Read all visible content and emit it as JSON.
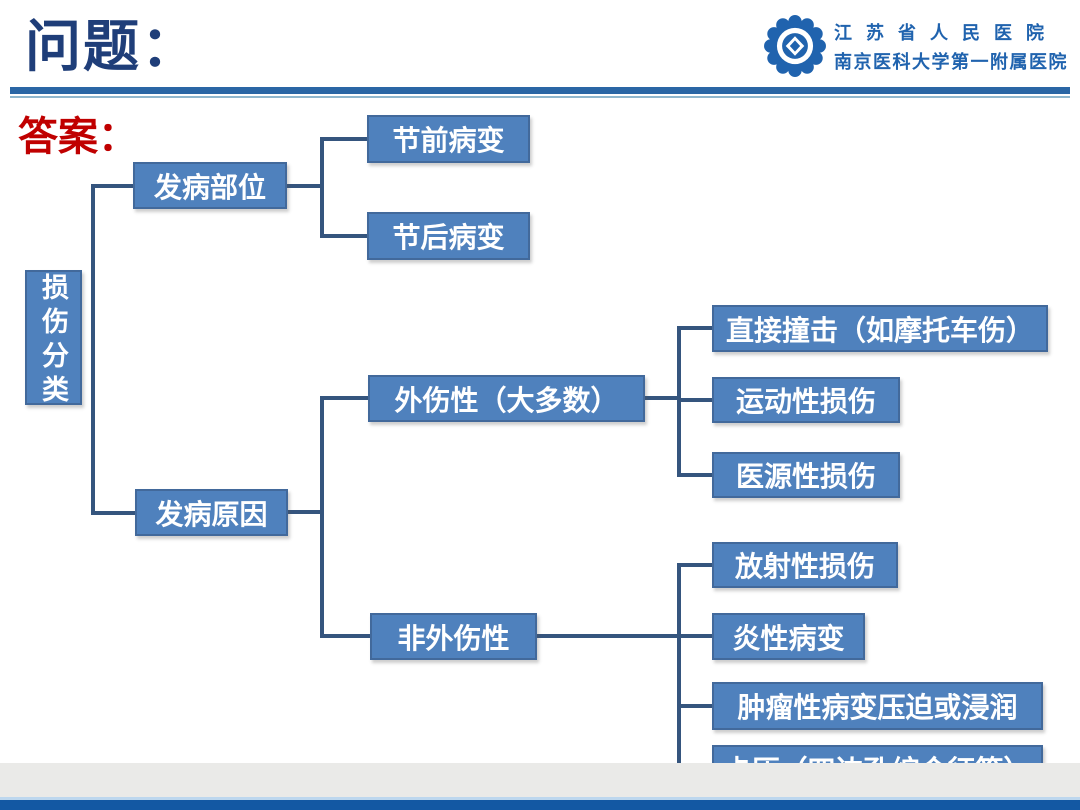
{
  "header": {
    "title": "问题：",
    "hospital_line1": "江苏省人民医院",
    "hospital_line2": "南京医科大学第一附属医院",
    "logo_icon": "hospital-emblem"
  },
  "answer_label": "答案：",
  "tree": {
    "root": "损伤分类",
    "branches": [
      {
        "label": "发病部位",
        "children": [
          "节前病变",
          "节后病变"
        ]
      },
      {
        "label": "发病原因",
        "children": [
          {
            "label": "外伤性（大多数）",
            "children": [
              "直接撞击（如摩托车伤）",
              "运动性损伤",
              "医源性损伤"
            ]
          },
          {
            "label": "非外伤性",
            "children": [
              "放射性损伤",
              "炎性病变",
              "肿瘤性病变压迫或浸润",
              "卡压（四边孔综合征等）"
            ]
          }
        ]
      }
    ]
  },
  "colors": {
    "title_color": "#1F3E79",
    "answer_color": "#C00000",
    "node_fill": "#4F81BD",
    "connector_color": "#35557E",
    "divider_color": "#2A66A5",
    "footer_color": "#1358A3",
    "logo_color": "#2063AE"
  }
}
